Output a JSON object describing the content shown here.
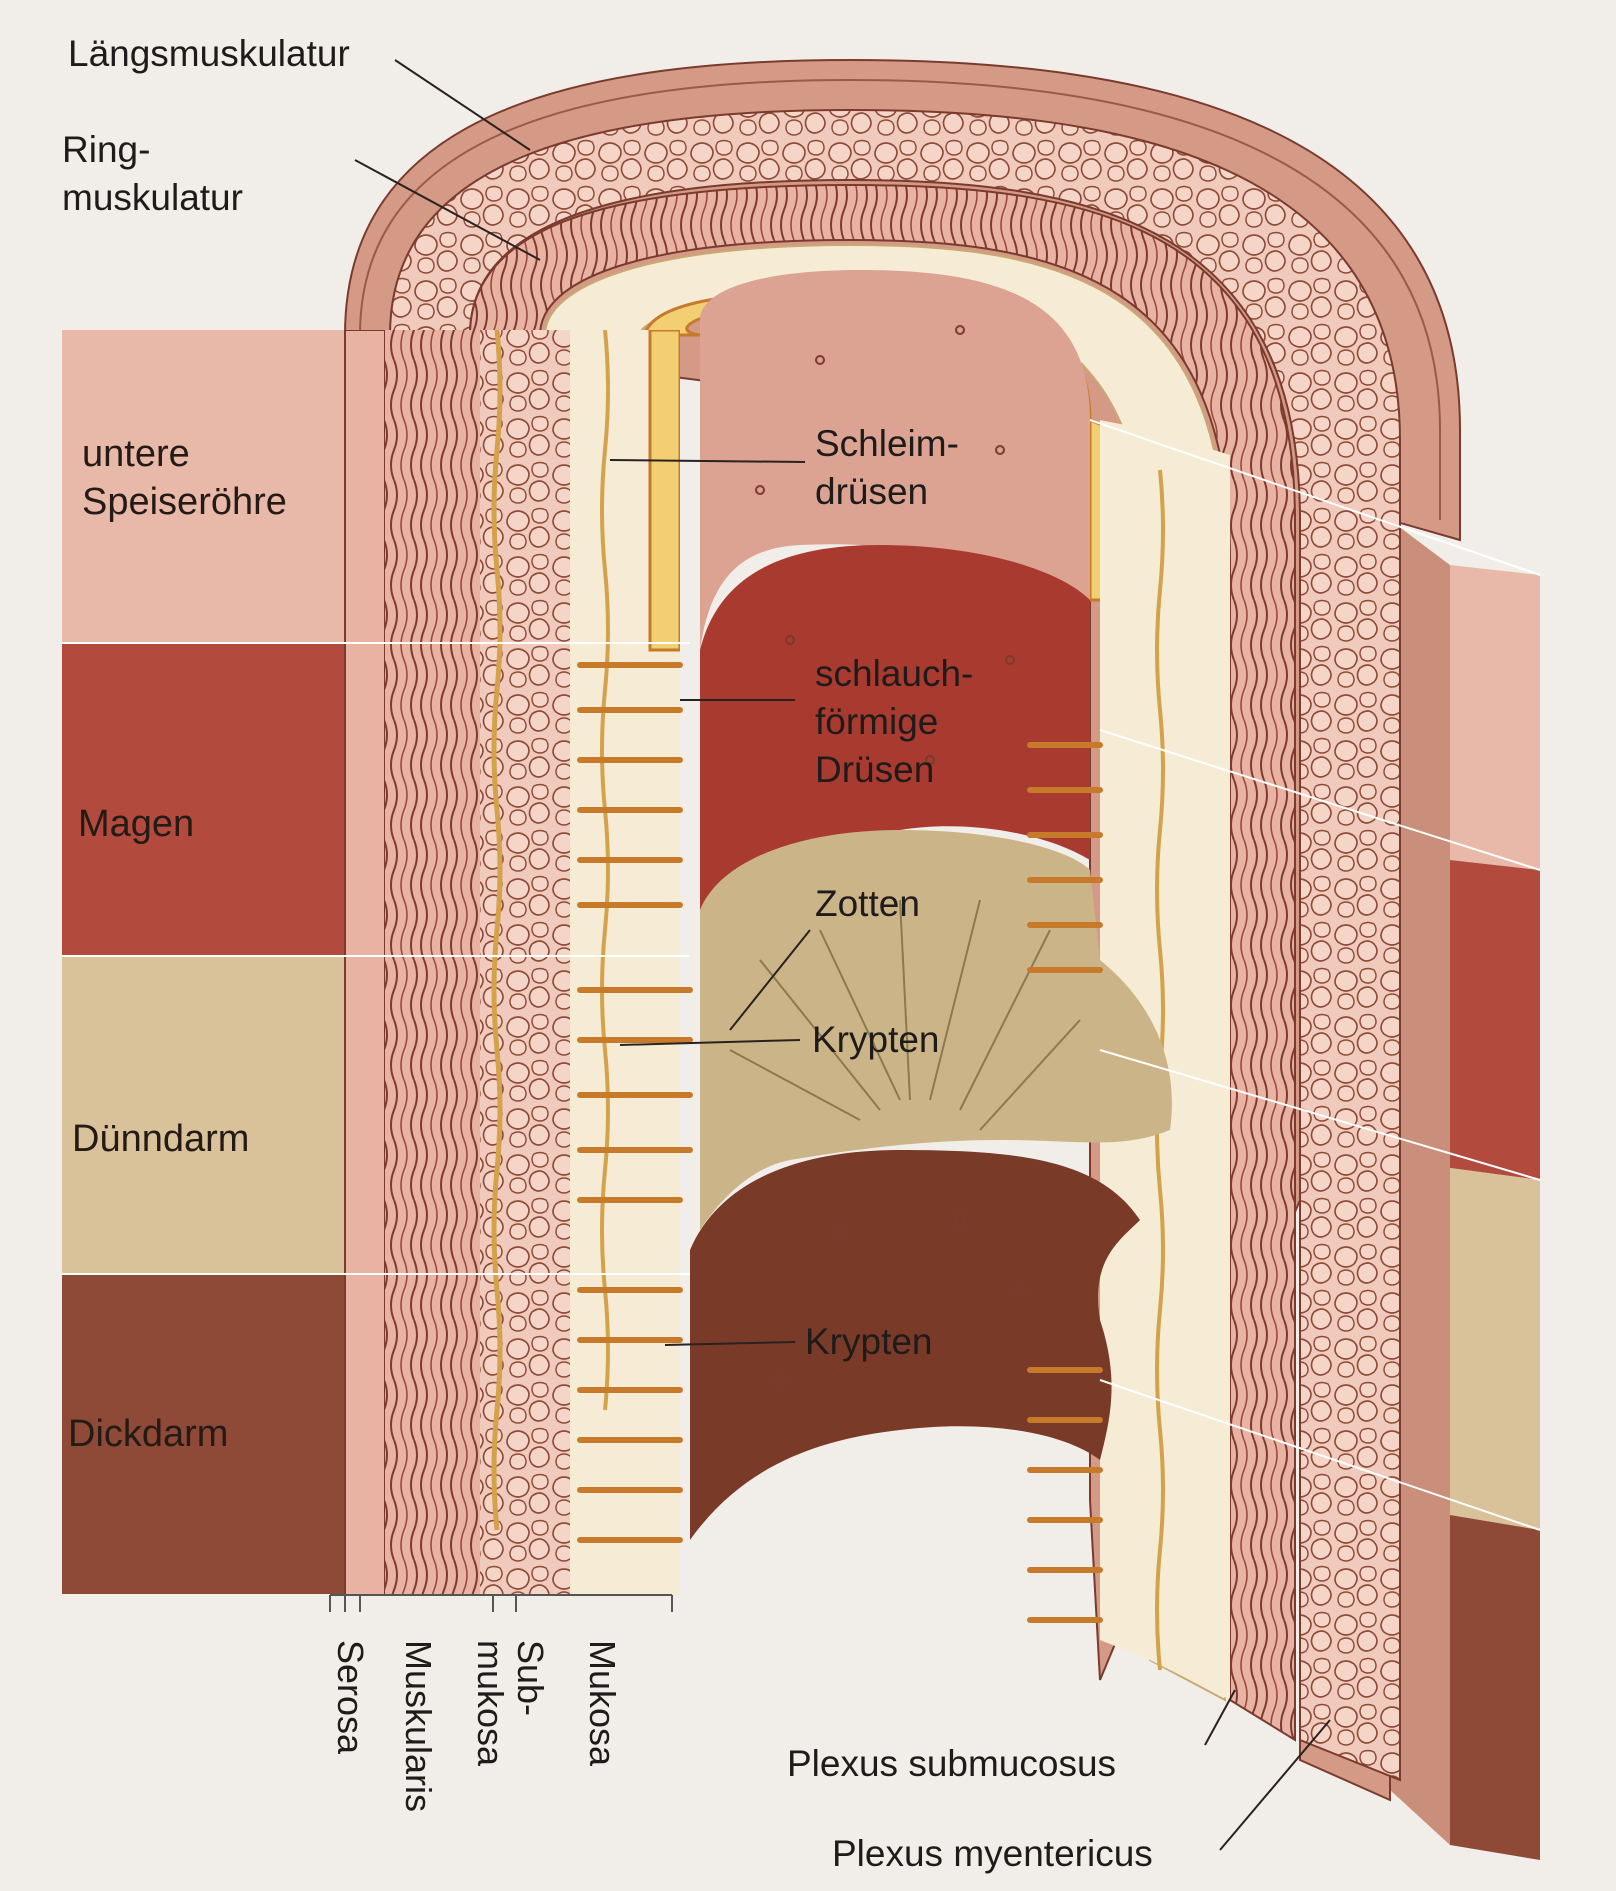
{
  "labels": {
    "laengsmuskulatur": "Längsmuskulatur",
    "ringmuskulatur": "Ring-\nmuskulatur",
    "schleimdruesen": "Schleim-\ndrüsen",
    "schlauchfoermige_druesen": "schlauch-\nförmige\nDrüsen",
    "zotten": "Zotten",
    "krypten_duenndarm": "Krypten",
    "krypten_dickdarm": "Krypten",
    "plexus_submucosus": "Plexus submucosus",
    "plexus_myentericus": "Plexus myentericus"
  },
  "sections": [
    {
      "name": "untere\nSpeiseröhre",
      "color": "#e8b8a8"
    },
    {
      "name": "Magen",
      "color": "#b34a3e"
    },
    {
      "name": "Dünndarm",
      "color": "#d9c29a"
    },
    {
      "name": "Dickdarm",
      "color": "#8e4a36"
    }
  ],
  "layers": {
    "serosa": "Serosa",
    "muskularis": "Muskularis",
    "submukosa": "Sub-\nmukosa",
    "mukosa": "Mukosa"
  }
}
